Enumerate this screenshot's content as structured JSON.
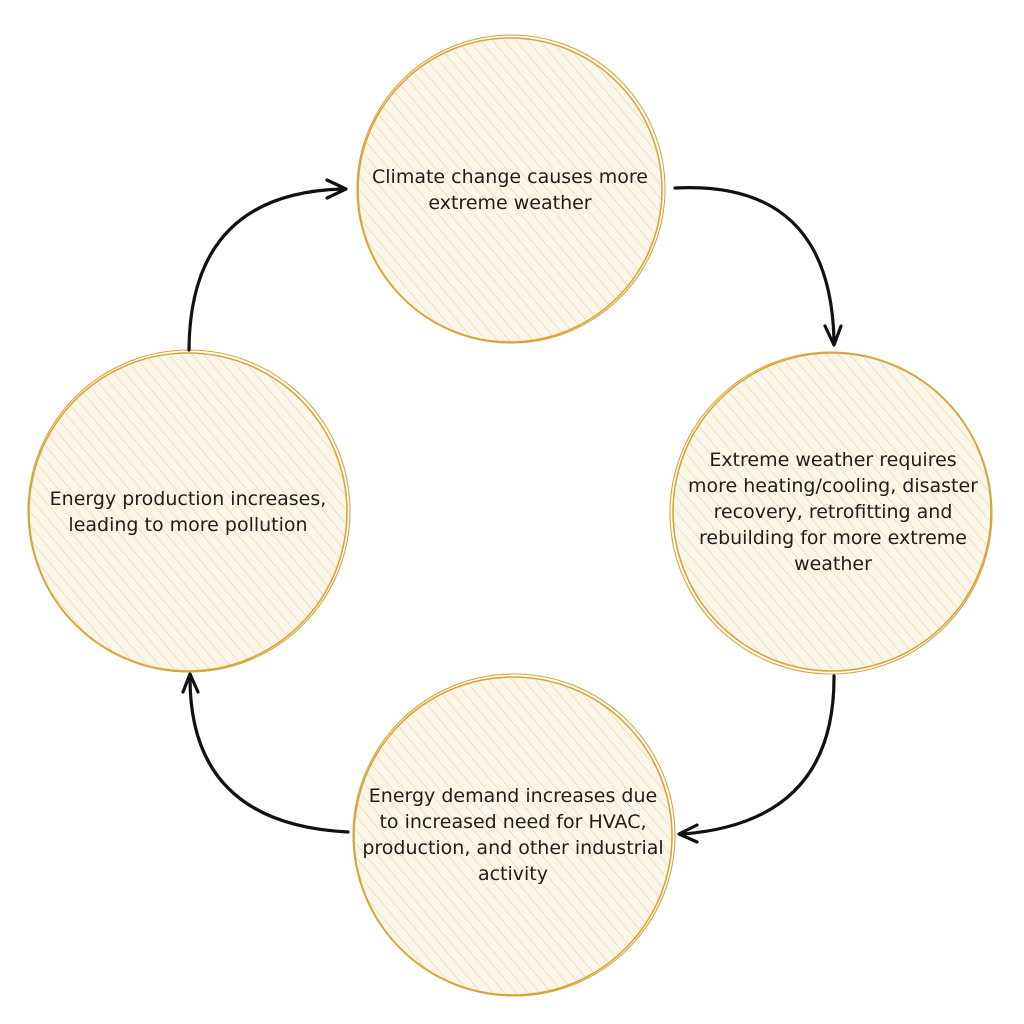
{
  "colors": {
    "node_stroke": "#d9a53a",
    "node_fill": "#fdf6ea",
    "hatch": "#f3cf94",
    "arrow": "#111111",
    "text": "#1e1e1e"
  },
  "nodes": [
    {
      "id": "climate",
      "text": "Climate change causes more\nextreme weather"
    },
    {
      "id": "extreme",
      "text": "Extreme weather requires\nmore heating/cooling, disaster\nrecovery, retrofitting and\nrebuilding for more extreme\nweather"
    },
    {
      "id": "demand",
      "text": "Energy demand increases due\nto increased need for HVAC,\nproduction, and other industrial\nactivity"
    },
    {
      "id": "production",
      "text": "Energy production increases,\nleading to more pollution"
    }
  ],
  "edges": [
    {
      "from": "climate",
      "to": "extreme"
    },
    {
      "from": "extreme",
      "to": "demand"
    },
    {
      "from": "demand",
      "to": "production"
    },
    {
      "from": "production",
      "to": "climate"
    }
  ]
}
